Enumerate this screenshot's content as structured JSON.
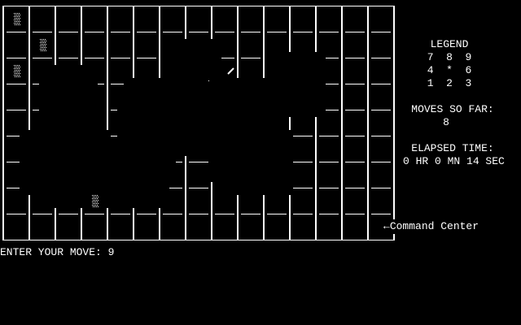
{
  "legend": {
    "title": "LEGEND",
    "rows": [
      "7  8  9",
      "4  *  6",
      "1  2  3"
    ]
  },
  "moves": {
    "label": "MOVES SO FAR:",
    "value": "8"
  },
  "elapsed": {
    "label": "ELAPSED TIME:",
    "value": "0 HR 0 MN 14 SEC"
  },
  "command_center": {
    "arrow": "←",
    "label": "Command Center"
  },
  "prompt": {
    "label": "ENTER YOUR MOVE:",
    "value": "9"
  },
  "colors": {
    "foreground": "#ffffff",
    "background": "#000000"
  }
}
